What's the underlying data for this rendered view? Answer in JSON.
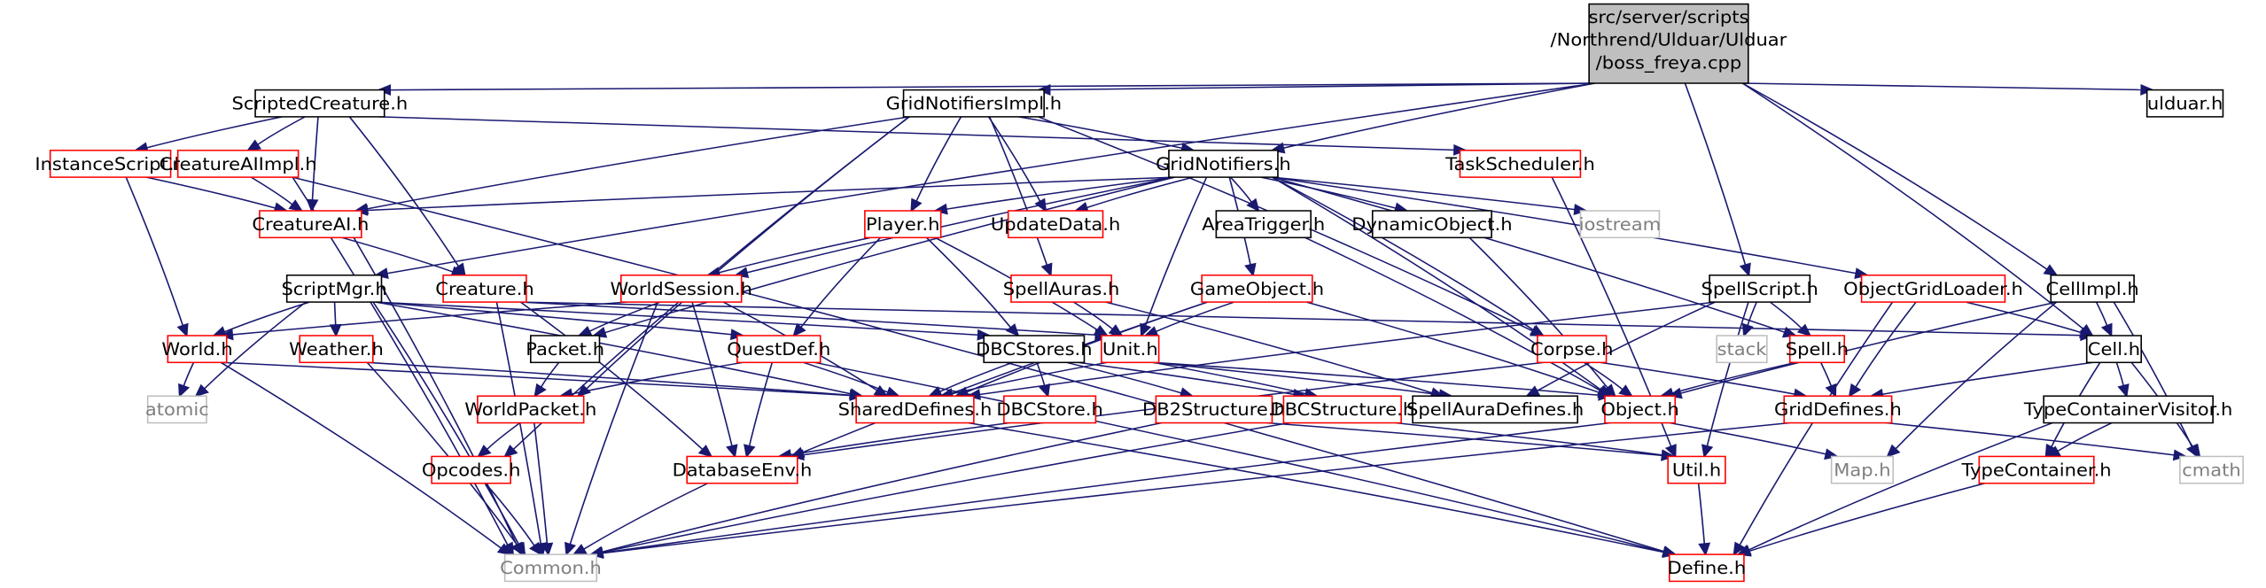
{
  "colors": {
    "edge": "#191970",
    "root_fill": "#bfbfbf",
    "documented_border": "#000000",
    "undocumented_border": "#ff0000",
    "external_border": "#bfbfbf",
    "external_text": "#7f7f7f"
  },
  "root": {
    "lines": [
      "src/server/scripts",
      "/Northrend/Ulduar/Ulduar",
      "/boss_freya.cpp"
    ]
  },
  "nodes": [
    {
      "id": "ScriptedCreature",
      "label": "ScriptedCreature.h",
      "kind": "black"
    },
    {
      "id": "GridNotifiersImpl",
      "label": "GridNotifiersImpl.h",
      "kind": "black"
    },
    {
      "id": "ulduar",
      "label": "ulduar.h",
      "kind": "black"
    },
    {
      "id": "InstanceScript",
      "label": "InstanceScript.h",
      "kind": "red"
    },
    {
      "id": "CreatureAIImpl",
      "label": "CreatureAIImpl.h",
      "kind": "red"
    },
    {
      "id": "GridNotifiers",
      "label": "GridNotifiers.h",
      "kind": "black"
    },
    {
      "id": "TaskScheduler",
      "label": "TaskScheduler.h",
      "kind": "red"
    },
    {
      "id": "CreatureAI",
      "label": "CreatureAI.h",
      "kind": "red"
    },
    {
      "id": "Player",
      "label": "Player.h",
      "kind": "red"
    },
    {
      "id": "UpdateData",
      "label": "UpdateData.h",
      "kind": "red"
    },
    {
      "id": "AreaTrigger",
      "label": "AreaTrigger.h",
      "kind": "black"
    },
    {
      "id": "DynamicObject",
      "label": "DynamicObject.h",
      "kind": "black"
    },
    {
      "id": "iostream",
      "label": "iostream",
      "kind": "gray"
    },
    {
      "id": "ObjectGridLoader",
      "label": "ObjectGridLoader.h",
      "kind": "red"
    },
    {
      "id": "CellImpl",
      "label": "CellImpl.h",
      "kind": "black"
    },
    {
      "id": "ScriptMgr",
      "label": "ScriptMgr.h",
      "kind": "black"
    },
    {
      "id": "Creature",
      "label": "Creature.h",
      "kind": "red"
    },
    {
      "id": "WorldSession",
      "label": "WorldSession.h",
      "kind": "red"
    },
    {
      "id": "SpellAuras",
      "label": "SpellAuras.h",
      "kind": "red"
    },
    {
      "id": "GameObject",
      "label": "GameObject.h",
      "kind": "red"
    },
    {
      "id": "SpellScript",
      "label": "SpellScript.h",
      "kind": "black"
    },
    {
      "id": "World",
      "label": "World.h",
      "kind": "red"
    },
    {
      "id": "Weather",
      "label": "Weather.h",
      "kind": "red"
    },
    {
      "id": "Packet",
      "label": "Packet.h",
      "kind": "black"
    },
    {
      "id": "QuestDef",
      "label": "QuestDef.h",
      "kind": "red"
    },
    {
      "id": "DBCStores",
      "label": "DBCStores.h",
      "kind": "black"
    },
    {
      "id": "Unit",
      "label": "Unit.h",
      "kind": "red"
    },
    {
      "id": "Corpse",
      "label": "Corpse.h",
      "kind": "red"
    },
    {
      "id": "stack",
      "label": "stack",
      "kind": "gray"
    },
    {
      "id": "Spell",
      "label": "Spell.h",
      "kind": "red"
    },
    {
      "id": "Cell",
      "label": "Cell.h",
      "kind": "black"
    },
    {
      "id": "atomic",
      "label": "atomic",
      "kind": "gray"
    },
    {
      "id": "WorldPacket",
      "label": "WorldPacket.h",
      "kind": "red"
    },
    {
      "id": "SharedDefines",
      "label": "SharedDefines.h",
      "kind": "red"
    },
    {
      "id": "DBCStore",
      "label": "DBCStore.h",
      "kind": "red"
    },
    {
      "id": "DB2Structure",
      "label": "DB2Structure.h",
      "kind": "red"
    },
    {
      "id": "DBCStructure",
      "label": "DBCStructure.h",
      "kind": "red"
    },
    {
      "id": "SpellAuraDefines",
      "label": "SpellAuraDefines.h",
      "kind": "black"
    },
    {
      "id": "Object",
      "label": "Object.h",
      "kind": "red"
    },
    {
      "id": "GridDefines",
      "label": "GridDefines.h",
      "kind": "red"
    },
    {
      "id": "TypeContainerVisitor",
      "label": "TypeContainerVisitor.h",
      "kind": "black"
    },
    {
      "id": "Opcodes",
      "label": "Opcodes.h",
      "kind": "red"
    },
    {
      "id": "DatabaseEnv",
      "label": "DatabaseEnv.h",
      "kind": "red"
    },
    {
      "id": "Util",
      "label": "Util.h",
      "kind": "red"
    },
    {
      "id": "Map",
      "label": "Map.h",
      "kind": "gray"
    },
    {
      "id": "TypeContainer",
      "label": "TypeContainer.h",
      "kind": "red"
    },
    {
      "id": "cmath",
      "label": "cmath",
      "kind": "gray"
    },
    {
      "id": "Common",
      "label": "Common.h",
      "kind": "gray"
    },
    {
      "id": "Define",
      "label": "Define.h",
      "kind": "red"
    }
  ],
  "edges": [
    [
      "ROOT",
      "ScriptedCreature"
    ],
    [
      "ROOT",
      "GridNotifiersImpl"
    ],
    [
      "ROOT",
      "ulduar"
    ],
    [
      "ROOT",
      "GridNotifiers"
    ],
    [
      "ROOT",
      "ScriptMgr"
    ],
    [
      "ROOT",
      "SpellScript"
    ],
    [
      "ROOT",
      "CellImpl"
    ],
    [
      "ROOT",
      "Cell"
    ],
    [
      "ScriptedCreature",
      "InstanceScript"
    ],
    [
      "ScriptedCreature",
      "CreatureAIImpl"
    ],
    [
      "ScriptedCreature",
      "CreatureAI"
    ],
    [
      "ScriptedCreature",
      "Creature"
    ],
    [
      "ScriptedCreature",
      "TaskScheduler"
    ],
    [
      "GridNotifiersImpl",
      "GridNotifiers"
    ],
    [
      "GridNotifiersImpl",
      "CreatureAI"
    ],
    [
      "GridNotifiersImpl",
      "Player"
    ],
    [
      "GridNotifiersImpl",
      "UpdateData"
    ],
    [
      "GridNotifiersImpl",
      "SpellAuras"
    ],
    [
      "GridNotifiersImpl",
      "Corpse"
    ],
    [
      "GridNotifiersImpl",
      "WorldPacket"
    ],
    [
      "GridNotifiersImpl",
      "Opcodes"
    ],
    [
      "InstanceScript",
      "CreatureAI"
    ],
    [
      "InstanceScript",
      "World"
    ],
    [
      "CreatureAIImpl",
      "CreatureAI"
    ],
    [
      "CreatureAIImpl",
      "Common"
    ],
    [
      "CreatureAIImpl",
      "Define"
    ],
    [
      "GridNotifiers",
      "CreatureAI"
    ],
    [
      "GridNotifiers",
      "Player"
    ],
    [
      "GridNotifiers",
      "UpdateData"
    ],
    [
      "GridNotifiers",
      "AreaTrigger"
    ],
    [
      "GridNotifiers",
      "DynamicObject"
    ],
    [
      "GridNotifiers",
      "iostream"
    ],
    [
      "GridNotifiers",
      "ObjectGridLoader"
    ],
    [
      "GridNotifiers",
      "WorldSession"
    ],
    [
      "GridNotifiers",
      "GameObject"
    ],
    [
      "GridNotifiers",
      "Packet"
    ],
    [
      "GridNotifiers",
      "Unit"
    ],
    [
      "GridNotifiers",
      "Corpse"
    ],
    [
      "GridNotifiers",
      "Object"
    ],
    [
      "GridNotifiers",
      "Spell"
    ],
    [
      "TaskScheduler",
      "Util"
    ],
    [
      "CreatureAI",
      "Creature"
    ],
    [
      "CreatureAI",
      "Common"
    ],
    [
      "Player",
      "WorldSession"
    ],
    [
      "Player",
      "QuestDef"
    ],
    [
      "Player",
      "DBCStores"
    ],
    [
      "Player",
      "Unit"
    ],
    [
      "AreaTrigger",
      "Object"
    ],
    [
      "DynamicObject",
      "Object"
    ],
    [
      "ObjectGridLoader",
      "Cell"
    ],
    [
      "ObjectGridLoader",
      "GridDefines"
    ],
    [
      "ObjectGridLoader",
      "Define"
    ],
    [
      "CellImpl",
      "Cell"
    ],
    [
      "CellImpl",
      "Object"
    ],
    [
      "CellImpl",
      "Map"
    ],
    [
      "CellImpl",
      "cmath"
    ],
    [
      "ScriptMgr",
      "World"
    ],
    [
      "ScriptMgr",
      "Weather"
    ],
    [
      "ScriptMgr",
      "QuestDef"
    ],
    [
      "ScriptMgr",
      "DBCStores"
    ],
    [
      "ScriptMgr",
      "SharedDefines"
    ],
    [
      "ScriptMgr",
      "atomic"
    ],
    [
      "ScriptMgr",
      "Common"
    ],
    [
      "Creature",
      "Unit"
    ],
    [
      "Creature",
      "Cell"
    ],
    [
      "Creature",
      "Common"
    ],
    [
      "Creature",
      "DatabaseEnv"
    ],
    [
      "WorldSession",
      "World"
    ],
    [
      "WorldSession",
      "Packet"
    ],
    [
      "WorldSession",
      "SharedDefines"
    ],
    [
      "WorldSession",
      "DatabaseEnv"
    ],
    [
      "WorldSession",
      "Common"
    ],
    [
      "SpellAuras",
      "Unit"
    ],
    [
      "SpellAuras",
      "SpellAuraDefines"
    ],
    [
      "GameObject",
      "Unit"
    ],
    [
      "GameObject",
      "SharedDefines"
    ],
    [
      "GameObject",
      "Object"
    ],
    [
      "GameObject",
      "DatabaseEnv"
    ],
    [
      "SpellScript",
      "Spell"
    ],
    [
      "SpellScript",
      "stack"
    ],
    [
      "SpellScript",
      "SharedDefines"
    ],
    [
      "SpellScript",
      "SpellAuraDefines"
    ],
    [
      "SpellScript",
      "Util"
    ],
    [
      "World",
      "SharedDefines"
    ],
    [
      "World",
      "atomic"
    ],
    [
      "World",
      "Common"
    ],
    [
      "Weather",
      "SharedDefines"
    ],
    [
      "Weather",
      "Common"
    ],
    [
      "Packet",
      "WorldPacket"
    ],
    [
      "QuestDef",
      "SharedDefines"
    ],
    [
      "QuestDef",
      "WorldPacket"
    ],
    [
      "QuestDef",
      "DatabaseEnv"
    ],
    [
      "QuestDef",
      "Define"
    ],
    [
      "DBCStores",
      "SharedDefines"
    ],
    [
      "DBCStores",
      "DBCStore"
    ],
    [
      "DBCStores",
      "DB2Structure"
    ],
    [
      "DBCStores",
      "DBCStructure"
    ],
    [
      "Unit",
      "SharedDefines"
    ],
    [
      "Unit",
      "Object"
    ],
    [
      "Unit",
      "SpellAuraDefines"
    ],
    [
      "Unit",
      "DBCStructure"
    ],
    [
      "Corpse",
      "Object"
    ],
    [
      "Corpse",
      "DatabaseEnv"
    ],
    [
      "Corpse",
      "GridDefines"
    ],
    [
      "Spell",
      "Object"
    ],
    [
      "Spell",
      "GridDefines"
    ],
    [
      "Cell",
      "GridDefines"
    ],
    [
      "Cell",
      "TypeContainerVisitor"
    ],
    [
      "Cell",
      "TypeContainer"
    ],
    [
      "Cell",
      "cmath"
    ],
    [
      "WorldPacket",
      "Opcodes"
    ],
    [
      "WorldPacket",
      "Common"
    ],
    [
      "SharedDefines",
      "Define"
    ],
    [
      "DBCStore",
      "DatabaseEnv"
    ],
    [
      "DB2Structure",
      "Common"
    ],
    [
      "DB2Structure",
      "Util"
    ],
    [
      "DBCStructure",
      "Common"
    ],
    [
      "DBCStructure",
      "Util"
    ],
    [
      "Object",
      "Common"
    ],
    [
      "Object",
      "Map"
    ],
    [
      "GridDefines",
      "Common"
    ],
    [
      "GridDefines",
      "cmath"
    ],
    [
      "TypeContainerVisitor",
      "TypeContainer"
    ],
    [
      "TypeContainerVisitor",
      "Define"
    ],
    [
      "Opcodes",
      "Common"
    ],
    [
      "DatabaseEnv",
      "Common"
    ],
    [
      "Util",
      "Define"
    ],
    [
      "TypeContainer",
      "Define"
    ]
  ]
}
